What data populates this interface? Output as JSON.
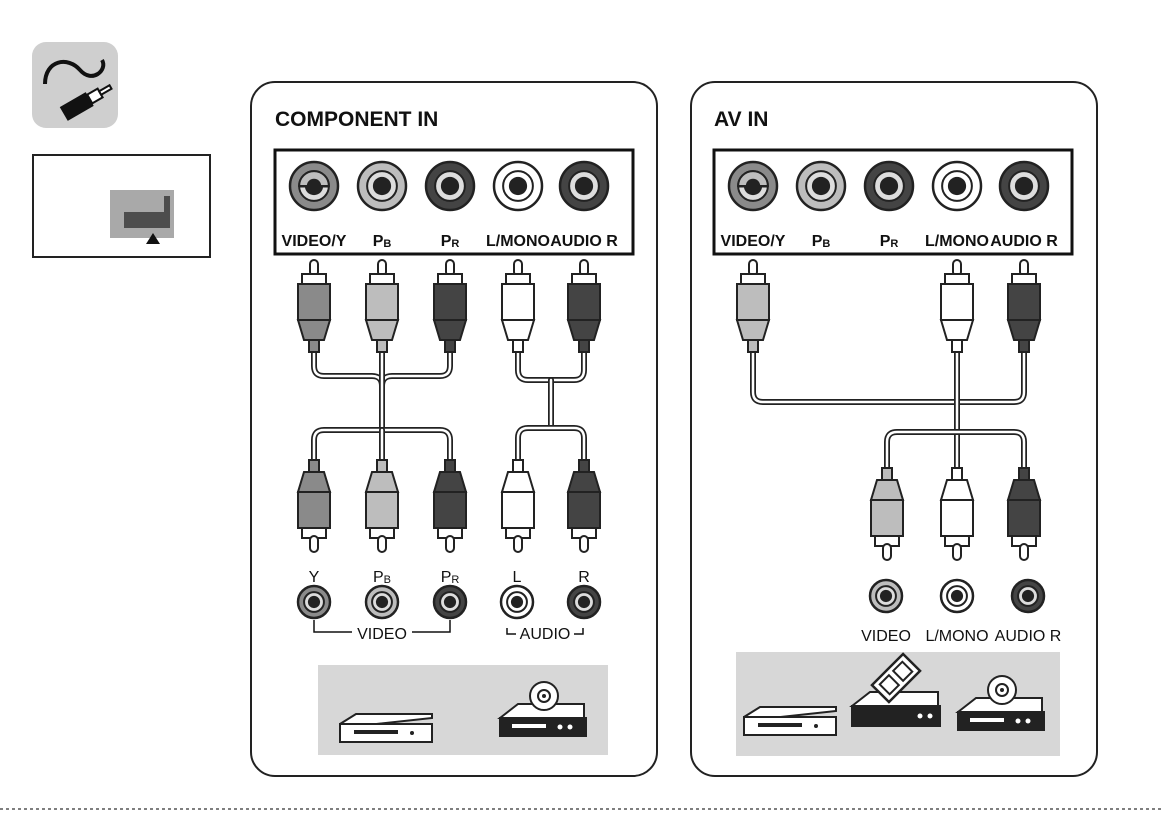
{
  "colors": {
    "gray": "#8a8a8a",
    "lightgray": "#bdbdbd",
    "dark": "#444444",
    "white": "#ffffff",
    "tray": "#d7d7d7",
    "line": "#222222"
  },
  "icons": {
    "cable": "cable-icon",
    "port_indicator": "port-position-icon"
  },
  "component_panel": {
    "title": "COMPONENT IN",
    "tv_ports": [
      {
        "label": "VIDEO/Y",
        "label_main": "VIDEO/Y",
        "label_sub": "",
        "color": "video"
      },
      {
        "label": "PB",
        "label_main": "P",
        "label_sub": "B",
        "color": "lightgray"
      },
      {
        "label": "PR",
        "label_main": "P",
        "label_sub": "R",
        "color": "dark"
      },
      {
        "label": "L/MONO",
        "label_main": "L/MONO",
        "label_sub": "",
        "color": "white"
      },
      {
        "label": "AUDIO R",
        "label_main": "AUDIO R",
        "label_sub": "",
        "color": "dark"
      }
    ],
    "device_ports": [
      {
        "label_main": "Y",
        "label_sub": "",
        "color": "gray"
      },
      {
        "label_main": "P",
        "label_sub": "B",
        "color": "lightgray"
      },
      {
        "label_main": "P",
        "label_sub": "R",
        "color": "dark"
      },
      {
        "label_main": "L",
        "label_sub": "",
        "color": "white"
      },
      {
        "label_main": "R",
        "label_sub": "",
        "color": "dark"
      }
    ],
    "group_labels": {
      "video": "VIDEO",
      "audio": "AUDIO"
    },
    "devices": [
      "dvd-player-icon",
      "disc-player-icon"
    ]
  },
  "av_panel": {
    "title": "AV IN",
    "tv_ports": [
      {
        "label": "VIDEO/Y",
        "label_main": "VIDEO/Y",
        "label_sub": "",
        "color": "video"
      },
      {
        "label": "PB",
        "label_main": "P",
        "label_sub": "B",
        "color": "lightgray"
      },
      {
        "label": "PR",
        "label_main": "P",
        "label_sub": "R",
        "color": "dark"
      },
      {
        "label": "L/MONO",
        "label_main": "L/MONO",
        "label_sub": "",
        "color": "white"
      },
      {
        "label": "AUDIO R",
        "label_main": "AUDIO R",
        "label_sub": "",
        "color": "dark"
      }
    ],
    "device_ports": [
      {
        "label_main": "VIDEO",
        "label_sub": "",
        "color": "lightgray"
      },
      {
        "label_main": "L/MONO",
        "label_sub": "",
        "color": "white"
      },
      {
        "label_main": "AUDIO R",
        "label_sub": "",
        "color": "dark"
      }
    ],
    "devices": [
      "dvd-player-icon",
      "vcr-icon",
      "disc-player-icon"
    ]
  }
}
